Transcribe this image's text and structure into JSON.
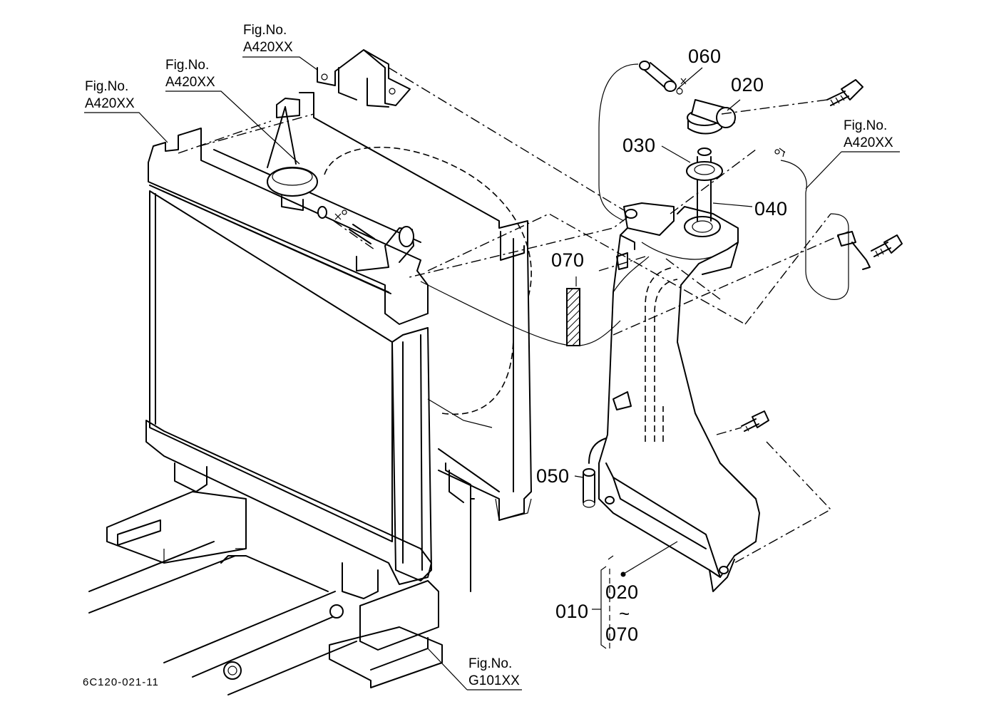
{
  "fig_refs": [
    {
      "line1": "Fig.No.",
      "line2": "A420XX"
    },
    {
      "line1": "Fig.No.",
      "line2": "A420XX"
    },
    {
      "line1": "Fig.No.",
      "line2": "A420XX"
    },
    {
      "line1": "Fig.No.",
      "line2": "A420XX"
    },
    {
      "line1": "Fig.No.",
      "line2": "G101XX"
    }
  ],
  "parts": {
    "p010": "010",
    "p020": "020",
    "p030": "030",
    "p040": "040",
    "p050": "050",
    "p060": "060",
    "p070": "070"
  },
  "assembly_range": {
    "from": "020",
    "tilde": "~",
    "to": "070"
  },
  "drawing_code": "6C120-021-11"
}
